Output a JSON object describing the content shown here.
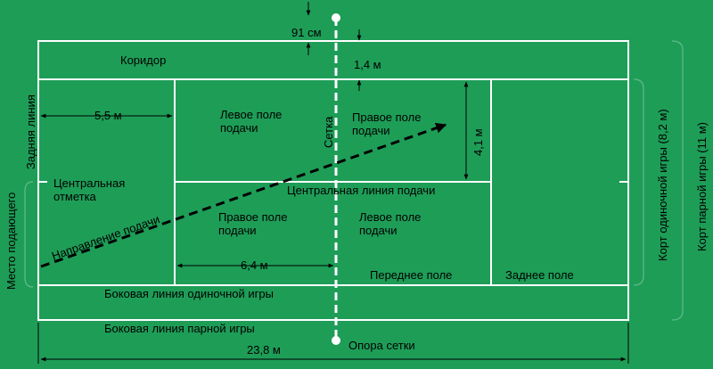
{
  "colors": {
    "background": "#1e9d57",
    "court_lines": "#ffffff",
    "annotation": "#000000",
    "side_brackets": "#5fb98a"
  },
  "labels": {
    "corridor": "Коридор",
    "baseline": "Задняя линия",
    "server_place": "Место подающего",
    "center_mark": "Центральная\nотметка",
    "serve_direction": "Направление подачи",
    "left_service_box_far": "Левое поле\nподачи",
    "right_service_box_far": "Правое поле\nподачи",
    "right_service_box_near": "Правое поле\nподачи",
    "left_service_box_near": "Левое поле\nподачи",
    "net": "Сетка",
    "center_service_line": "Центральная линия подачи",
    "forecourt": "Переднее поле",
    "backcourt": "Заднее поле",
    "singles_sideline": "Боковая линия одиночной игры",
    "doubles_sideline": "Боковая линия парной игры",
    "net_post": "Опора сетки",
    "singles_court": "Корт одиночной игры (8,2 м)",
    "doubles_court": "Корт парной игры (11 м)"
  },
  "dimensions": {
    "net_post_offset": "91 см",
    "alley_width": "1,4 м",
    "backcourt_depth": "5,5 м",
    "service_box_width": "4,1 м",
    "service_line_distance": "6,4 м",
    "court_length": "23,8 м"
  }
}
